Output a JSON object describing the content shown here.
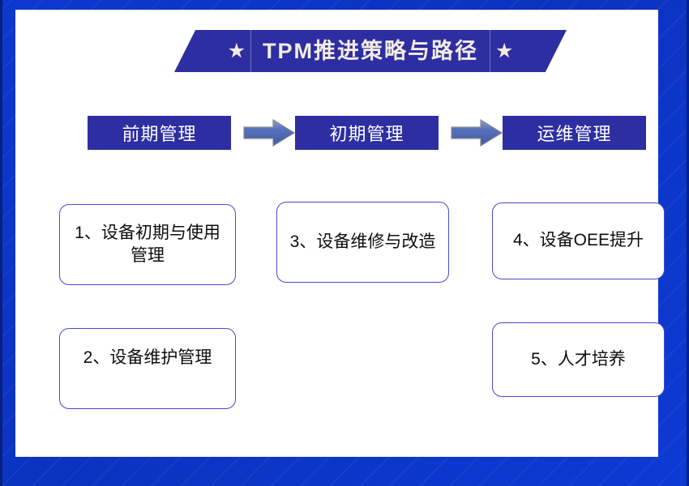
{
  "theme": {
    "frame_blue": "#0b35c4",
    "banner_indigo": "#2e2ea3",
    "banner_text_cream": "#f2ece2",
    "card_border_blue": "#4a4ac8",
    "arrow_blue": "#4a66b0",
    "card_text_black": "#0d0d0d"
  },
  "banner": {
    "title": "TPM推进策略与路径",
    "star_left": "★",
    "star_right": "★"
  },
  "phases": [
    {
      "label": "前期管理"
    },
    {
      "label": "初期管理"
    },
    {
      "label": "运维管理"
    }
  ],
  "arrows": [
    {
      "name": "arrow-phase-1-to-2"
    },
    {
      "name": "arrow-phase-2-to-3"
    }
  ],
  "cards": [
    {
      "id": 1,
      "text": "1、设备初期与使用管理"
    },
    {
      "id": 2,
      "text": "2、设备维护管理"
    },
    {
      "id": 3,
      "text": "3、设备维修与改造"
    },
    {
      "id": 4,
      "text": "4、设备OEE提升"
    },
    {
      "id": 5,
      "text": "5、人才培养"
    }
  ]
}
